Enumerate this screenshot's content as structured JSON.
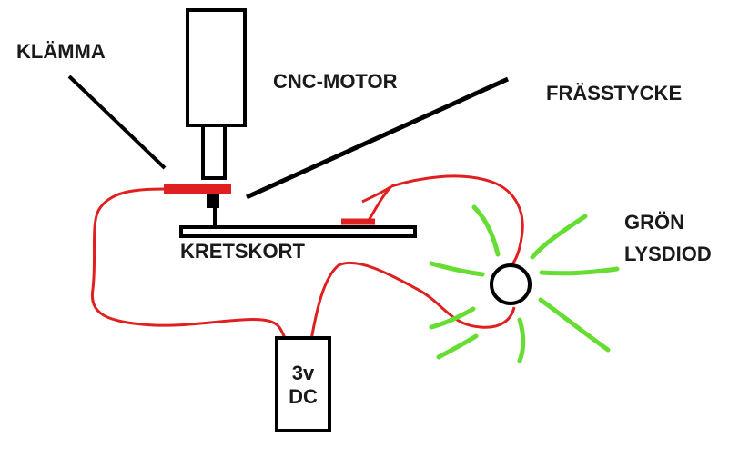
{
  "labels": {
    "clamp": "KLÄMMA",
    "cnc_motor": "CNC-MOTOR",
    "milling_piece": "FRÄSSTYCKE",
    "circuit_board": "KRETSKORT",
    "led_line1": "GRÖN",
    "led_line2": "LYSDIOD",
    "battery_line1": "3v",
    "battery_line2": "DC"
  },
  "colors": {
    "wire": "#e02020",
    "clamp": "#e02020",
    "led_rays": "#66dd33",
    "outline": "#000000"
  }
}
